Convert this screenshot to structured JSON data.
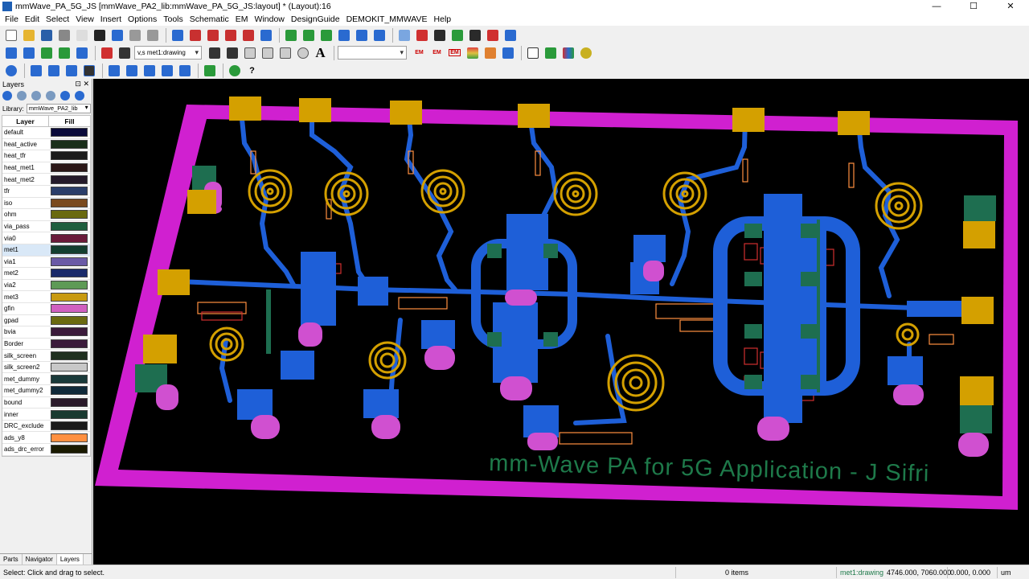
{
  "window": {
    "title": "mmWave_PA_5G_JS [mmWave_PA2_lib:mmWave_PA_5G_JS:layout] * (Layout):16",
    "controls": [
      "—",
      "☐",
      "✕"
    ]
  },
  "menu": [
    "File",
    "Edit",
    "Select",
    "View",
    "Insert",
    "Options",
    "Tools",
    "Schematic",
    "EM",
    "Window",
    "DesignGuide",
    "DEMOKIT_MMWAVE",
    "Help"
  ],
  "toolbar": {
    "layer_combo": "v,s met1:drawing",
    "second_combo": "",
    "em_labels": [
      "EM",
      "EM",
      "EM"
    ],
    "a_glyph": "A",
    "help_glyph": "?"
  },
  "layers_panel": {
    "title": "Layers",
    "library_label": "Library:",
    "library_value": "mmWave_PA2_lib",
    "col_layer": "Layer",
    "col_fill": "Fill",
    "rows": [
      {
        "name": "default",
        "color": "#0a0a3a"
      },
      {
        "name": "heat_active",
        "color": "#1a2e1a"
      },
      {
        "name": "heat_tfr",
        "color": "#1a1a1a"
      },
      {
        "name": "heat_met1",
        "color": "#2a1616"
      },
      {
        "name": "heat_met2",
        "color": "#241a2a"
      },
      {
        "name": "tfr",
        "color": "#2a3e6a"
      },
      {
        "name": "iso",
        "color": "#7a4a1e"
      },
      {
        "name": "ohm",
        "color": "#6a6a10"
      },
      {
        "name": "via_pass",
        "color": "#1e5e3e"
      },
      {
        "name": "via0",
        "color": "#6a1a3a"
      },
      {
        "name": "met1",
        "color": "#123e30"
      },
      {
        "name": "via1",
        "color": "#6a5aa6"
      },
      {
        "name": "met2",
        "color": "#1a2a6a"
      },
      {
        "name": "via2",
        "color": "#5e9a56"
      },
      {
        "name": "met3",
        "color": "#c89a10"
      },
      {
        "name": "gfin",
        "color": "#d060c0"
      },
      {
        "name": "gpad",
        "color": "#6a6a10"
      },
      {
        "name": "bvia",
        "color": "#3a1a3a"
      },
      {
        "name": "Border",
        "color": "#3a1a3a"
      },
      {
        "name": "silk_screen",
        "color": "#203020"
      },
      {
        "name": "silk_screen2",
        "color": "#c8c8c8"
      },
      {
        "name": "met_dummy",
        "color": "#1a3a3a"
      },
      {
        "name": "met_dummy2",
        "color": "#102a3a"
      },
      {
        "name": "bound",
        "color": "#2a1a2a"
      },
      {
        "name": "inner",
        "color": "#1a3a30"
      },
      {
        "name": "DRC_exclude",
        "color": "#1a1a1a"
      },
      {
        "name": "ads_y8",
        "color": "#ff9040"
      },
      {
        "name": "ads_drc_error",
        "color": "#1a1a00"
      }
    ],
    "selected_row": "met1",
    "tabs": [
      "Parts",
      "Navigator",
      "Layers"
    ],
    "active_tab": "Layers"
  },
  "canvas": {
    "annotation": "mm-Wave PA for 5G Application - J Sifri",
    "colors": {
      "background": "#000000",
      "border": "#d020d0",
      "metal": "#1e5fd8",
      "pad": "#d4a000",
      "inductor": "#d4a000",
      "via": "#1e6e50",
      "cylinder": "#d050d0",
      "text": "#1e7a4a"
    }
  },
  "status": {
    "hint": "Select: Click and drag to select.",
    "items": "0 items",
    "layer": "met1:drawing",
    "coords": "4746.000, 7060.000",
    "delta": "0.000, 0.000",
    "unit": "um"
  }
}
